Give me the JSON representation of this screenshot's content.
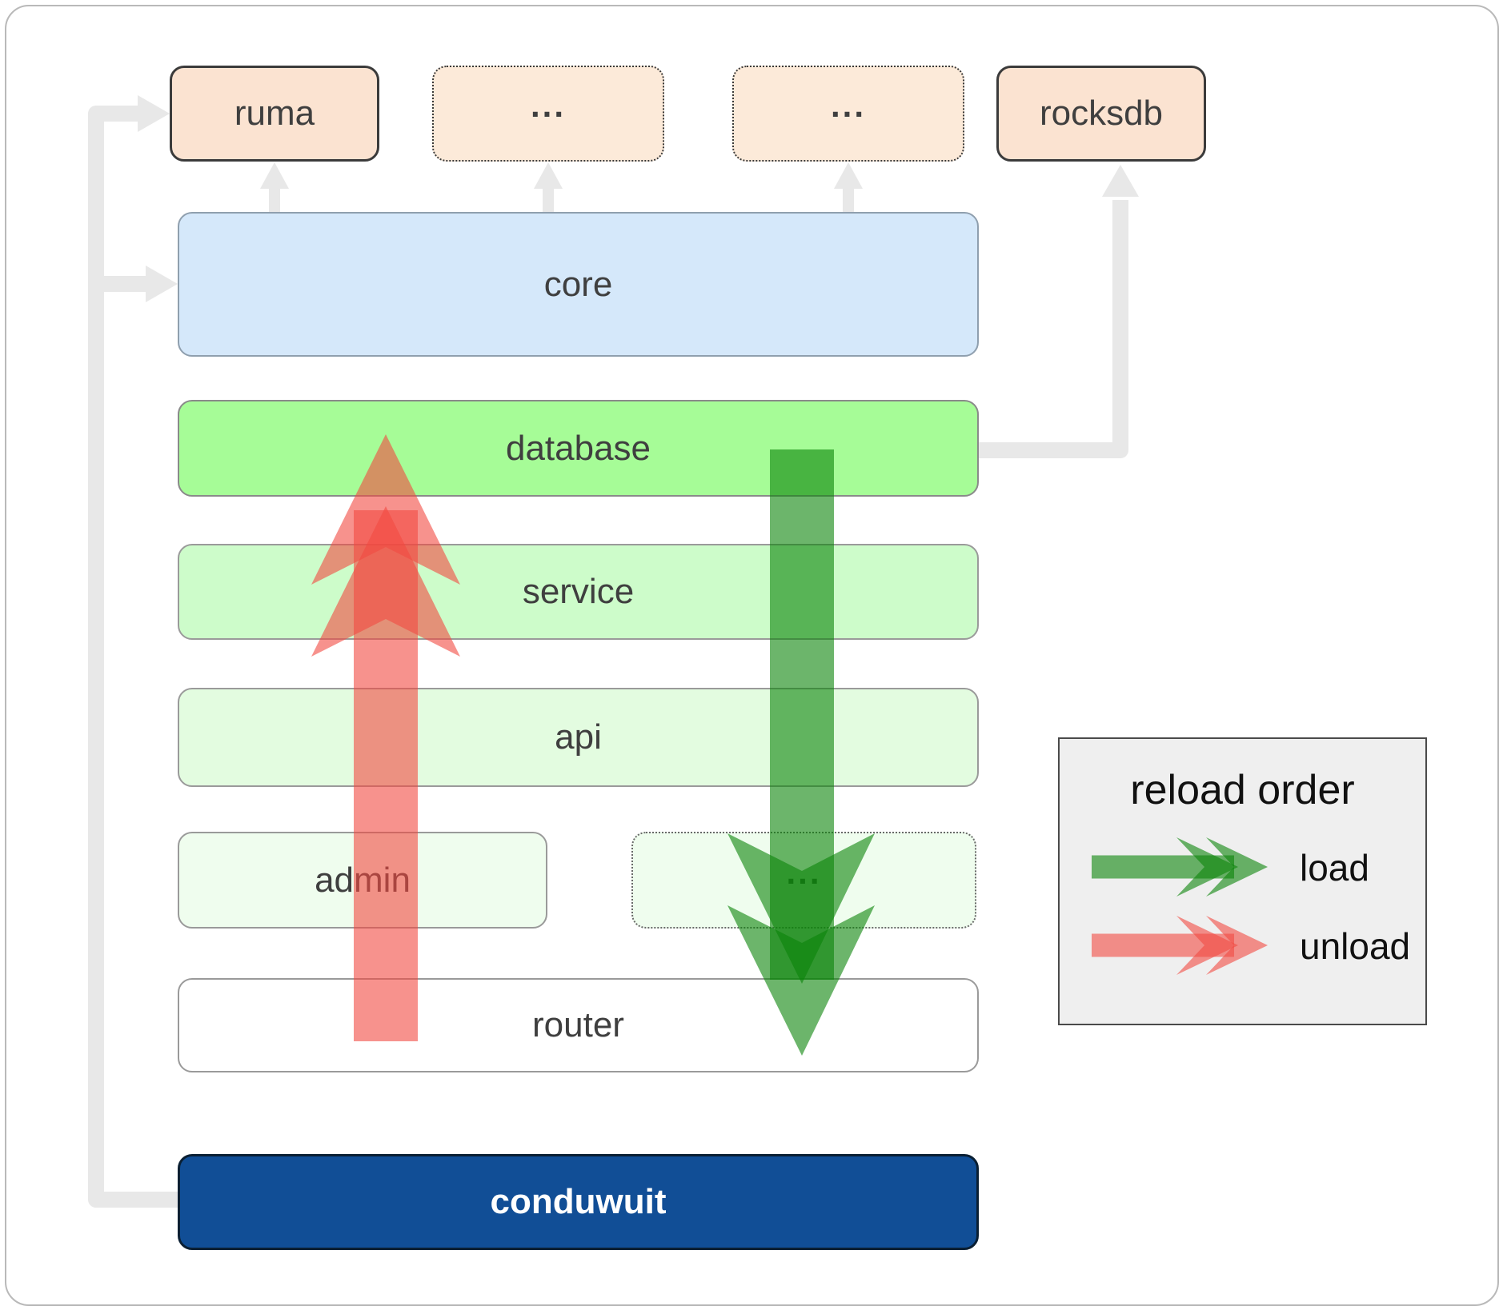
{
  "boxes": {
    "ruma": "ruma",
    "dots1": "...",
    "dots2": "...",
    "rocksdb": "rocksdb",
    "core": "core",
    "database": "database",
    "service": "service",
    "api": "api",
    "admin": "admin",
    "dots3": "...",
    "router": "router",
    "conduwuit": "conduwuit"
  },
  "legend": {
    "title": "reload order",
    "load": "load",
    "unload": "unload"
  },
  "colors": {
    "box_peach": "#FBE3D1",
    "box_peach_dotted": "#FCEAD9",
    "core_blue": "#D5E8FA",
    "database_green": "#A6FC97",
    "service_green": "#CDFCCA",
    "api_green": "#E3FCE0",
    "admin_green": "#EFFDEE",
    "router_white": "#FFFFFF",
    "conduwuit_blue": "#114E96",
    "load_arrow_green": "#0A8408",
    "unload_arrow_red": "#F24941",
    "connector_gray": "#E8E8E8"
  }
}
